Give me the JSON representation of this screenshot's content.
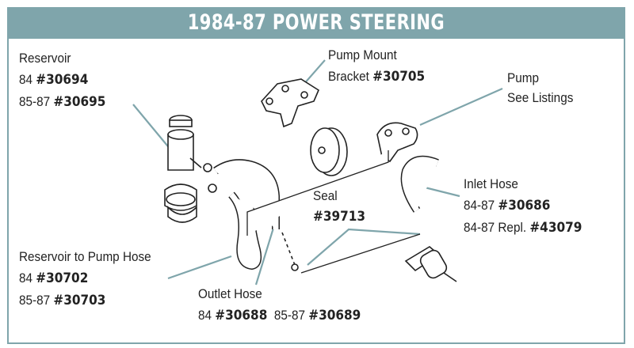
{
  "title": "1984-87 POWER STEERING",
  "accent_color": "#7fa5ab",
  "callouts": {
    "reservoir": {
      "name": "Reservoir",
      "lines": [
        {
          "year": "84",
          "part": "#30694"
        },
        {
          "year": "85-87",
          "part": "#30695"
        }
      ]
    },
    "pump_mount": {
      "name": "Pump Mount",
      "line2_prefix": "Bracket",
      "part": "#30705"
    },
    "pump": {
      "name": "Pump",
      "note": "See Listings"
    },
    "seal": {
      "name": "Seal",
      "part": "#39713"
    },
    "inlet_hose": {
      "name": "Inlet Hose",
      "lines": [
        {
          "year": "84-87",
          "part": "#30686"
        },
        {
          "year": "84-87 Repl.",
          "part": "#43079"
        }
      ]
    },
    "reservoir_hose": {
      "name": "Reservoir to Pump Hose",
      "lines": [
        {
          "year": "84",
          "part": "#30702"
        },
        {
          "year": "85-87",
          "part": "#30703"
        }
      ]
    },
    "outlet_hose": {
      "name": "Outlet Hose",
      "lines": [
        {
          "year": "84",
          "part": "#30688"
        },
        {
          "year": "85-87",
          "part": "#30689"
        }
      ]
    }
  }
}
